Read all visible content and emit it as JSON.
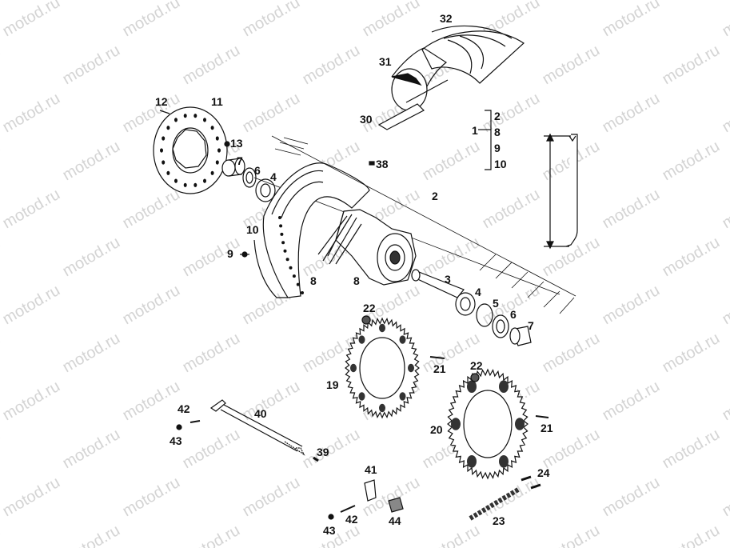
{
  "watermark": "motod.ru",
  "labels": {
    "l32": "32",
    "l31": "31",
    "l30": "30",
    "l12": "12",
    "l11": "11",
    "l13": "13",
    "l7a": "7",
    "l6a": "6",
    "l4a": "4",
    "l38": "38",
    "l2": "2",
    "l10": "10",
    "l9": "9",
    "l8a": "8",
    "l8b": "8",
    "l3": "3",
    "l4b": "4",
    "l5": "5",
    "l6b": "6",
    "l7b": "7",
    "l22a": "22",
    "l21a": "21",
    "l19": "19",
    "l22b": "22",
    "l21b": "21",
    "l20": "20",
    "l42a": "42",
    "l43a": "43",
    "l40": "40",
    "l39": "39",
    "l41": "41",
    "l42b": "42",
    "l43b": "43",
    "l44": "44",
    "l24": "24",
    "l23": "23",
    "box1": "1",
    "box_2": "2",
    "box_8": "8",
    "box_9": "9",
    "box_10": "10"
  }
}
